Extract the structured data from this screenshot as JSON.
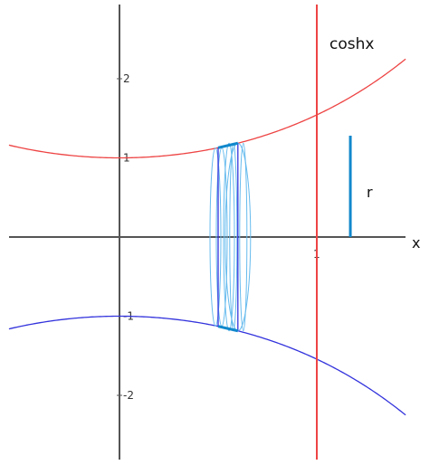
{
  "figure": {
    "x_axis_label": "x",
    "curve_label": "coshx",
    "radius_label": "r",
    "x_ticks": [
      {
        "value": 1,
        "label": "1"
      }
    ],
    "y_ticks": [
      {
        "value": 2,
        "label": "2"
      },
      {
        "value": 1,
        "label": "1"
      },
      {
        "value": -1,
        "label": "-1"
      },
      {
        "value": -2,
        "label": "-2"
      }
    ],
    "x_range": [
      -0.56,
      1.45
    ],
    "y_range": [
      -2.8,
      2.93
    ],
    "curve_function": "cosh(x)",
    "upper_curve_color": "#ee4444",
    "lower_curve_color": "#3333dd",
    "vertical_line_x": 1,
    "vertical_line_color": "#ee4444",
    "radius_segment_color": "#1188cc",
    "disc_color": "#66bbee",
    "slice": {
      "x_left": 0.5,
      "x_right": 0.6
    },
    "radius_marker_x": 1.17
  }
}
